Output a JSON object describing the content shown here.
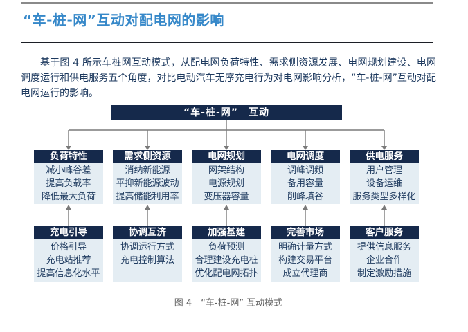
{
  "page": {
    "title": "“车-桩-网”互动对配电网的影响",
    "paragraph": "基于图 4 所示车桩网互动模式，从配电网负荷特性、需求侧资源发展、电网规划建设、电网调度运行和供电服务五个角度，对比电动汽车无序充电行为对电网影响分析，“车-桩-网”互动对配电网运行的影响。",
    "caption": "图 4　“车-桩-网” 互动模式"
  },
  "diagram": {
    "root": "“车-桩-网”　互动",
    "columns": [
      {
        "top": {
          "header": "负荷特性",
          "items": [
            "减小峰谷差",
            "提高负载率",
            "降低最大负荷"
          ]
        },
        "bottom": {
          "header": "充电引导",
          "items": [
            "价格引导",
            "充电站推荐",
            "提高信息化水平"
          ]
        }
      },
      {
        "top": {
          "header": "需求侧资源",
          "items": [
            "消纳新能源",
            "平抑新能源波动",
            "提高储能利用率"
          ]
        },
        "bottom": {
          "header": "协调互济",
          "items": [
            "协调运行方式",
            "充电控制算法"
          ]
        }
      },
      {
        "top": {
          "header": "电网规划",
          "items": [
            "网架结构",
            "电源规划",
            "变压器容量"
          ]
        },
        "bottom": {
          "header": "加强基建",
          "items": [
            "负荷预测",
            "合理建设充电桩",
            "优化配电网拓扑"
          ]
        }
      },
      {
        "top": {
          "header": "电网调度",
          "items": [
            "调峰调频",
            "备用容量",
            "削峰填谷"
          ]
        },
        "bottom": {
          "header": "完善市场",
          "items": [
            "明确计量方式",
            "构建交易平台",
            "成立代理商"
          ]
        }
      },
      {
        "top": {
          "header": "供电服务",
          "items": [
            "用户管理",
            "设备运维",
            "服务类型多样化"
          ]
        },
        "bottom": {
          "header": "客户服务",
          "items": [
            "提供信息服务",
            "企业合作",
            "制定激励措施"
          ]
        }
      }
    ],
    "colors": {
      "header_bg": "#15294b",
      "body_bg": "#e4edf3",
      "body_text": "#1e3a5f",
      "title_blue": "#3688c9",
      "connector_gray": "#7a7a7a",
      "caption_gray": "#5f5f5f"
    }
  }
}
